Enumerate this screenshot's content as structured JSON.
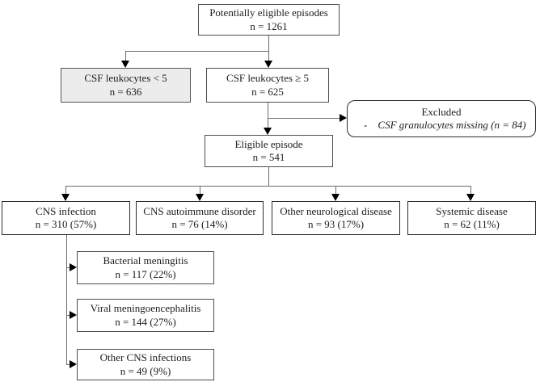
{
  "figure": {
    "type": "patient-flow-diagram",
    "colors": {
      "background": "#ffffff",
      "box_border": "#4d4d4d",
      "shaded_box_fill": "#ececec",
      "connector_line": "#6b6b6b",
      "arrowhead": "#000000"
    }
  },
  "nodes": {
    "potentially_eligible": {
      "line1": "Potentially eligible episodes",
      "line2": "n = 1261"
    },
    "csf_leukocytes_low": {
      "line1": "CSF leukocytes < 5",
      "line2": "n = 636"
    },
    "csf_leukocytes_high": {
      "line1": "CSF leukocytes ≥ 5",
      "line2": "n = 625"
    },
    "excluded": {
      "title": "Excluded",
      "bullet": "-",
      "item": "CSF granulocytes missing (n = 84)"
    },
    "eligible_episode": {
      "line1": "Eligible episode",
      "line2": "n = 541"
    },
    "cns_infection": {
      "line1": "CNS infection",
      "line2": "n = 310 (57%)"
    },
    "cns_autoimmune": {
      "line1": "CNS autoimmune disorder",
      "line2": "n = 76 (14%)"
    },
    "other_neurological": {
      "line1": "Other neurological disease",
      "line2": "n = 93 (17%)"
    },
    "systemic_disease": {
      "line1": "Systemic disease",
      "line2": "n = 62 (11%)"
    },
    "bacterial_meningitis": {
      "line1": "Bacterial meningitis",
      "line2": "n = 117 (22%)"
    },
    "viral_meningoencephalitis": {
      "line1": "Viral meningoencephalitis",
      "line2": "n = 144 (27%)"
    },
    "other_cns_infections": {
      "line1": "Other CNS infections",
      "line2": "n = 49 (9%)"
    }
  }
}
